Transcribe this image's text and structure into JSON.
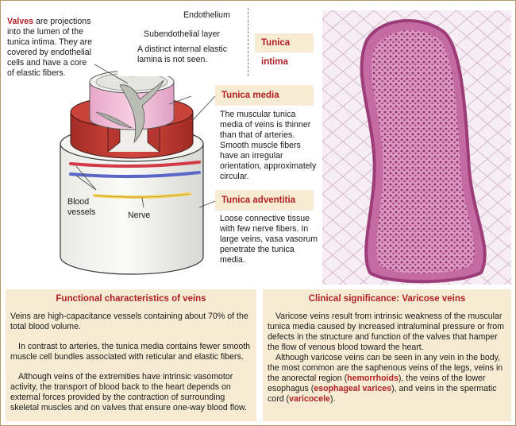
{
  "valves": {
    "term": "Valves",
    "text": " are projections into the lumen of the tunica intima. They are covered by endothelial cells and have a core of elastic fibers."
  },
  "endothelium": {
    "label1": "Endothelium",
    "label2": "Subendothelial layer",
    "note": "A distinct internal elastic lamina is not seen."
  },
  "tunica_intima": {
    "title": "Tunica intima"
  },
  "tunica_media": {
    "title": "Tunica media",
    "text": "The muscular tunica media of veins is thinner than that of arteries. Smooth muscle fibers have an irregular orientation, approximately circular."
  },
  "tunica_adventitia": {
    "title": "Tunica adventitia",
    "text": "Loose connective tissue with few nerve fibers. In large veins, vasa vasorum penetrate the tunica media."
  },
  "labels": {
    "blood_vessels": "Blood vessels",
    "nerve": "Nerve"
  },
  "functional": {
    "title": "Functional characteristics of veins",
    "p1": "Veins are high-capacitance vessels containing about 70% of the total blood volume.",
    "p2": "In contrast to arteries, the tunica media contains fewer smooth muscle cell bundles associated with reticular and elastic fibers.",
    "p3": "Although veins of the extremities have intrinsic vasomotor activity, the transport of blood back to the heart depends on external forces provided by the contraction of surrounding skeletal muscles and on valves that ensure one-way blood flow."
  },
  "clinical": {
    "title": "Clinical significance: Varicose veins",
    "p1": "Varicose veins result from intrinsic weakness of the muscular tunica media caused by increased intraluminal pressure or from defects in the structure and function of the valves that hamper the flow of venous blood toward the heart.",
    "p2_a": "Although varicose veins can be seen in any vein in the body, the most common are the saphenous veins of the legs, veins in the anorectal region (",
    "term_hemorrhoids": "hemorrhoids",
    "p2_b": "), the veins of the lower esophagus (",
    "term_esophageal": "esophageal varices",
    "p2_c": "), and veins in the spermatic cord (",
    "term_varicocele": "varicocele",
    "p2_d": ")."
  },
  "colors": {
    "accent_red": "#b01f23",
    "panel_beige": "#f7ecd3",
    "media_muscle": "#c9433a",
    "intima_pink": "#f2b7d6",
    "micro_purple": "#b0407e",
    "nerve_yellow": "#f3d35a",
    "vessel_red": "#d23a48",
    "vessel_blue": "#5b67c6"
  }
}
